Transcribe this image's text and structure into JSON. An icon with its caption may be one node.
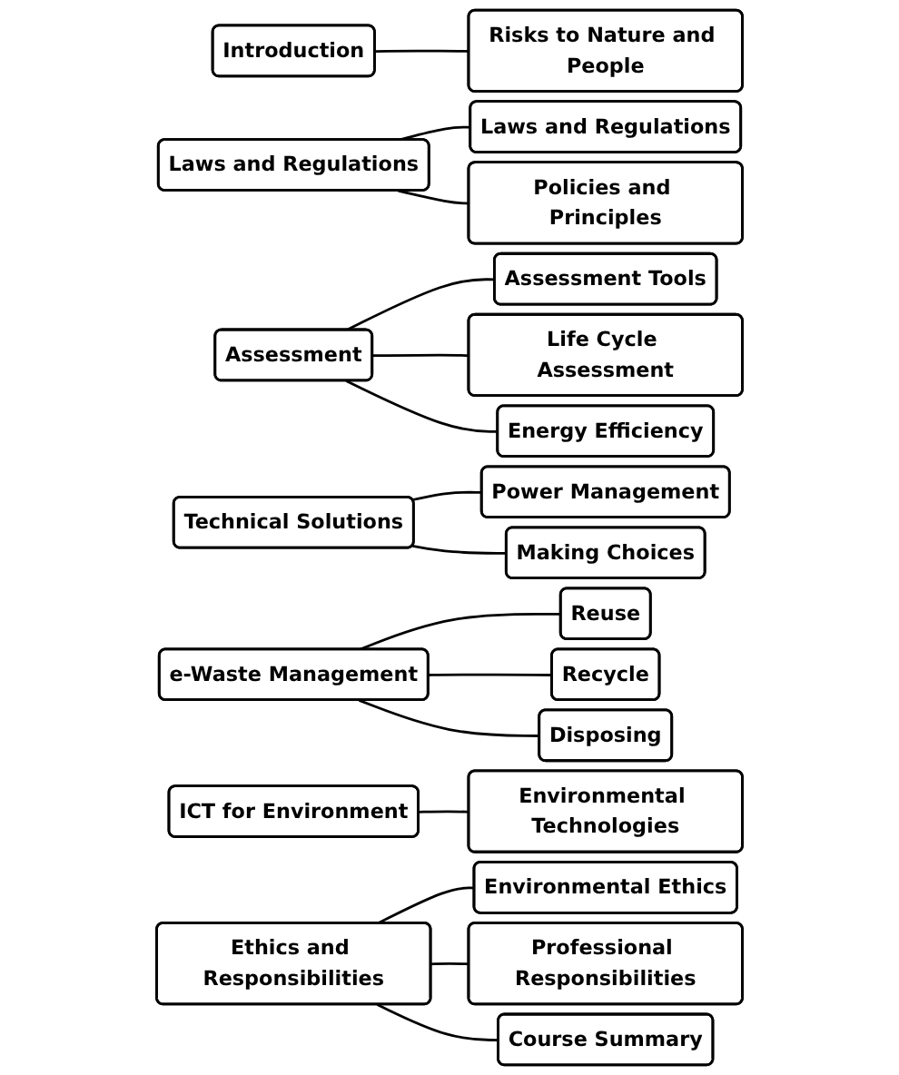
{
  "diagram": {
    "nodes": [
      {
        "text": [
          "Introduction"
        ]
      },
      {
        "text": [
          "Risks to Nature and People"
        ]
      },
      {
        "text": [
          "Laws and Regulations"
        ]
      },
      {
        "text": [
          "Laws and Regulations"
        ]
      },
      {
        "text": [
          "Policies and Principles"
        ]
      },
      {
        "text": [
          "Assessment"
        ]
      },
      {
        "text": [
          "Assessment Tools"
        ]
      },
      {
        "text": [
          "Life Cycle Assessment"
        ]
      },
      {
        "text": [
          "Energy Efficiency"
        ]
      },
      {
        "text": [
          "Technical Solutions"
        ]
      },
      {
        "text": [
          "Power Management"
        ]
      },
      {
        "text": [
          "Making Choices"
        ]
      },
      {
        "text": [
          "e-Waste Management"
        ]
      },
      {
        "text": [
          "Reuse"
        ]
      },
      {
        "text": [
          "Recycle"
        ]
      },
      {
        "text": [
          "Disposing"
        ]
      },
      {
        "text": [
          "ICT for Environment"
        ]
      },
      {
        "text": [
          "Environmental Technologies"
        ]
      },
      {
        "text": [
          "Ethics and Responsibilities"
        ]
      },
      {
        "text": [
          "Environmental Ethics"
        ]
      },
      {
        "text": [
          "Professional Responsibilities"
        ]
      },
      {
        "text": [
          "Course Summary"
        ]
      }
    ],
    "edges": [
      {
        "from": 0,
        "to": 1,
        "arrow": "none"
      },
      {
        "from": 2,
        "to": 3,
        "arrow": "none"
      },
      {
        "from": 2,
        "to": 4,
        "arrow": "none"
      },
      {
        "from": 5,
        "to": 6,
        "arrow": "none"
      },
      {
        "from": 5,
        "to": 7,
        "arrow": "none"
      },
      {
        "from": 5,
        "to": 8,
        "arrow": "none"
      },
      {
        "from": 9,
        "to": 10,
        "arrow": "none"
      },
      {
        "from": 9,
        "to": 11,
        "arrow": "none"
      },
      {
        "from": 12,
        "to": 13,
        "arrow": "none"
      },
      {
        "from": 12,
        "to": 14,
        "arrow": "none"
      },
      {
        "from": 12,
        "to": 15,
        "arrow": "none"
      },
      {
        "from": 16,
        "to": 17,
        "arrow": "none"
      },
      {
        "from": 18,
        "to": 19,
        "arrow": "none"
      },
      {
        "from": 18,
        "to": 20,
        "arrow": "none"
      },
      {
        "from": 18,
        "to": 21,
        "arrow": "none"
      }
    ]
  }
}
